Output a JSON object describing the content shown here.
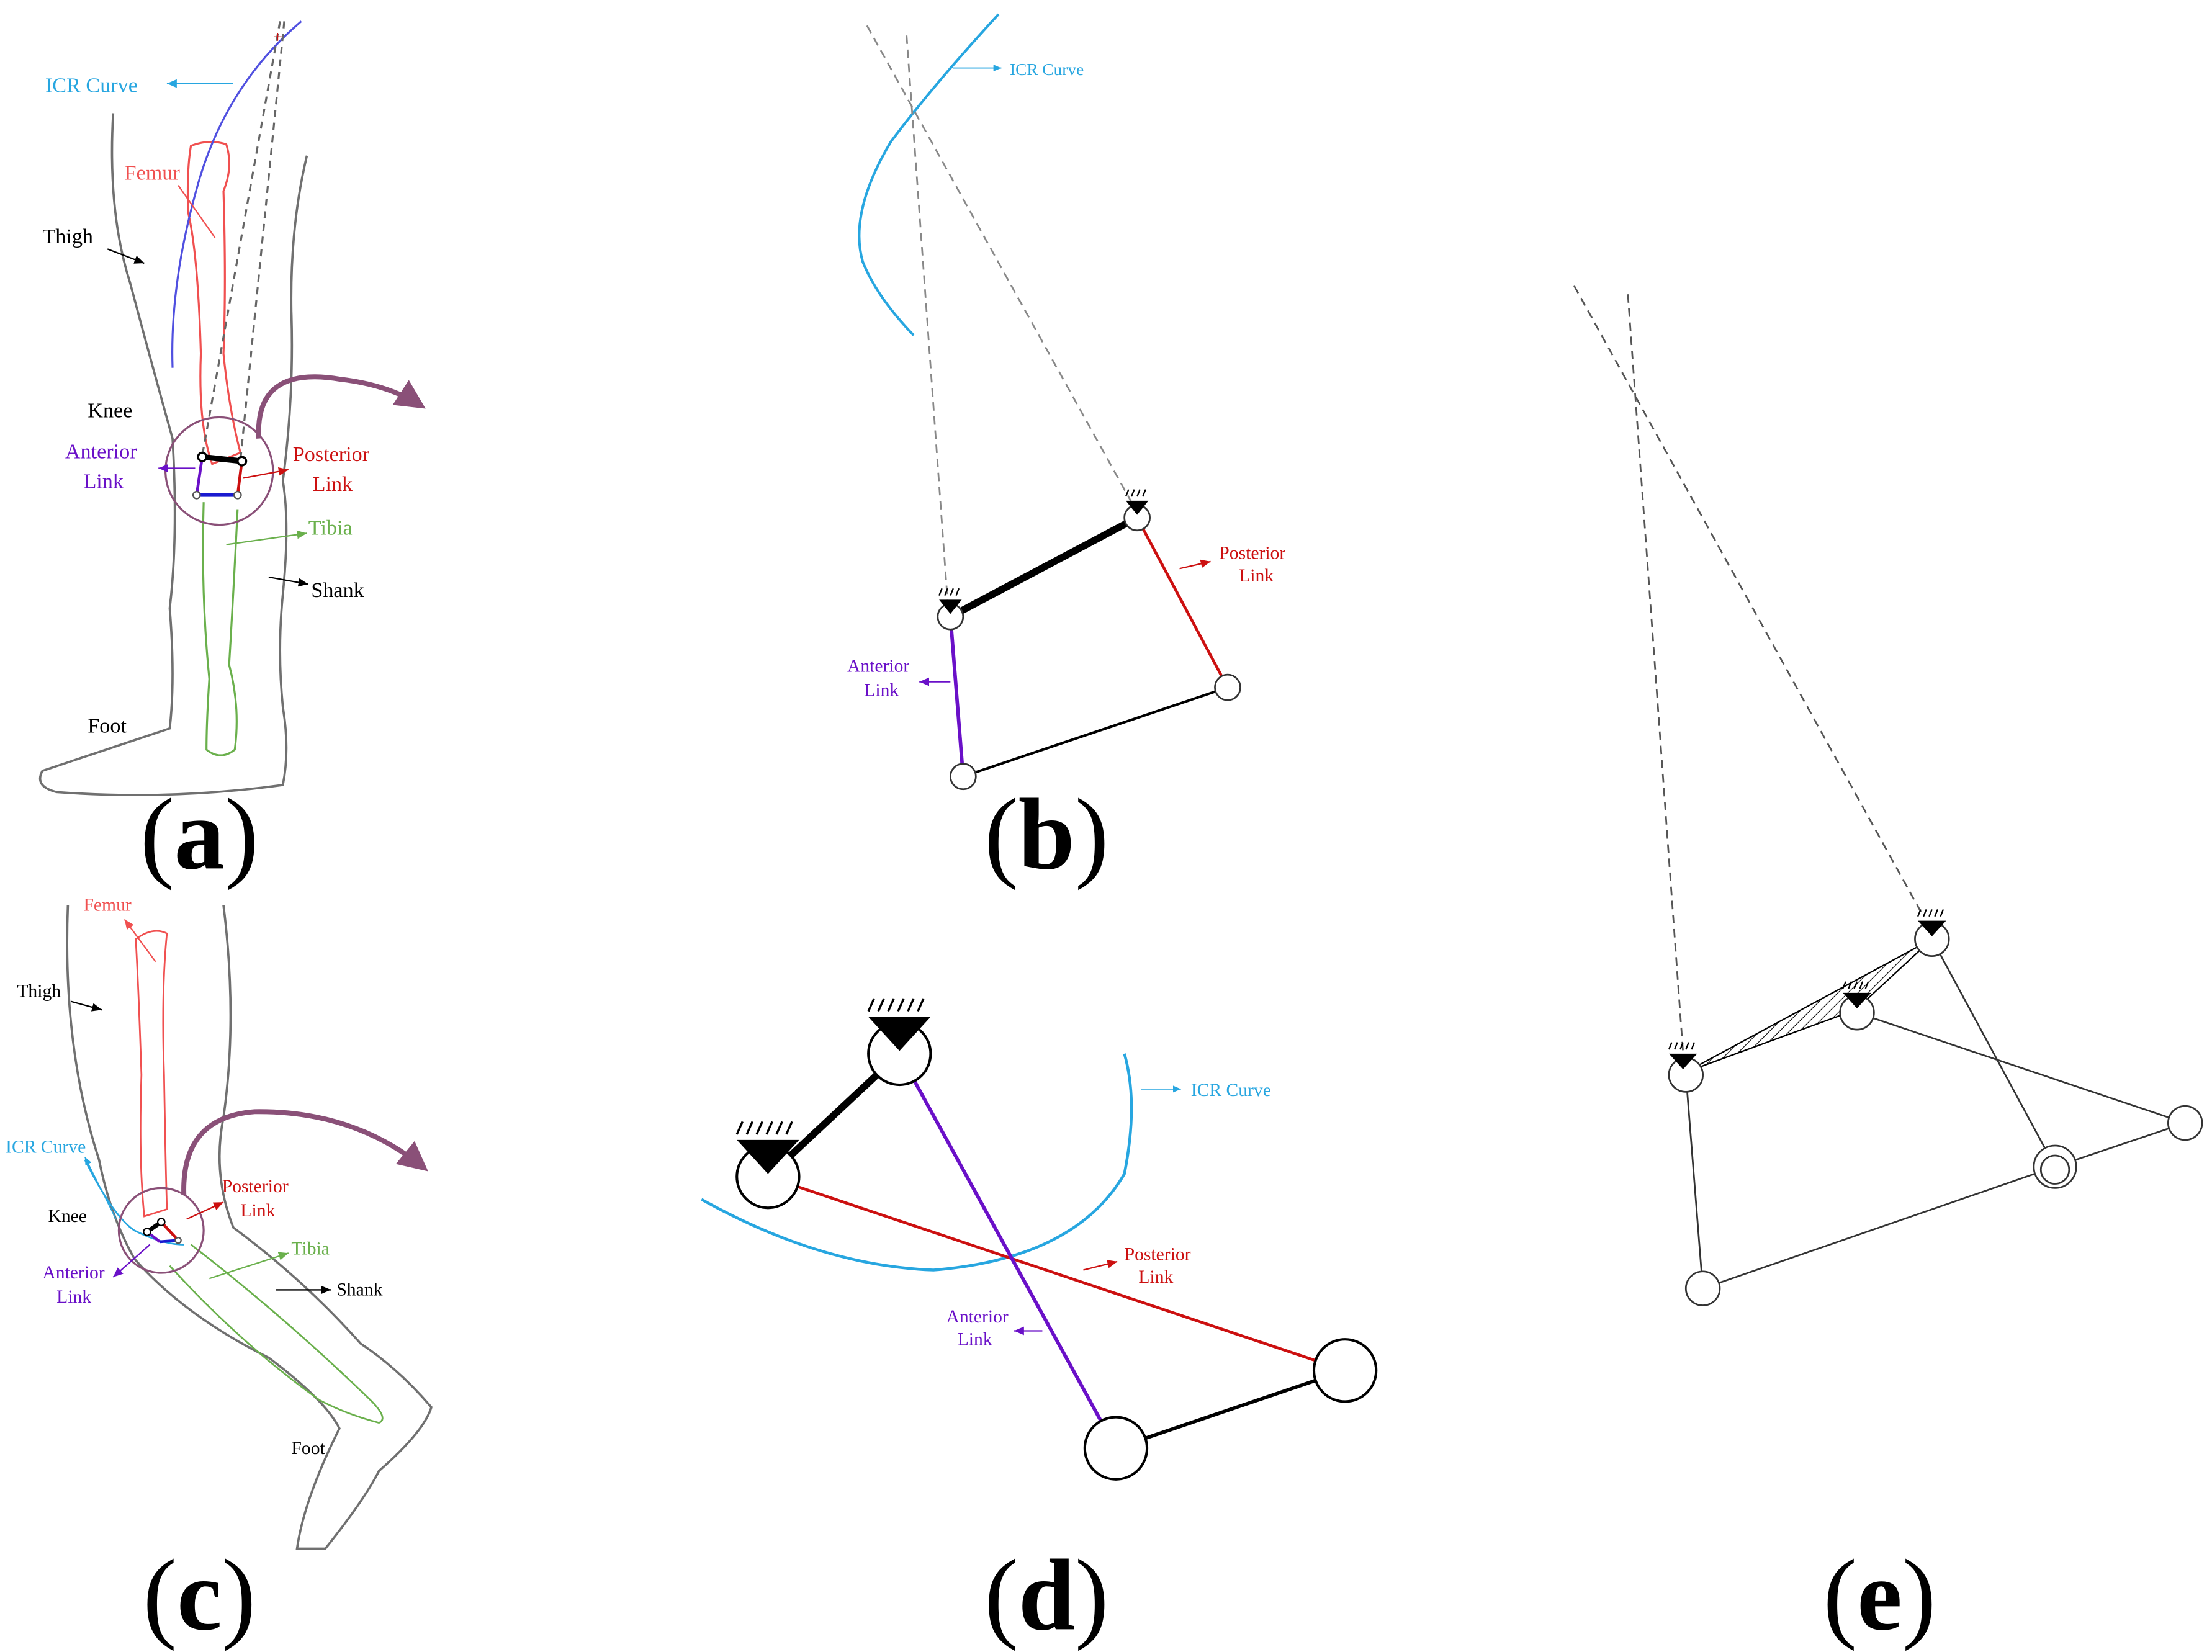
{
  "colors": {
    "femur": "#f05050",
    "tibia": "#6ab04c",
    "icr": "#27a6e0",
    "icr_a": "#5050e0",
    "anterior": "#6a10c8",
    "posterior": "#cc1010",
    "outline": "#707070",
    "link": "#000000",
    "arrow_big": "#8a5078",
    "dashed": "#888888"
  },
  "panel_a": {
    "icr_curve": "ICR Curve",
    "femur": "Femur",
    "thigh": "Thigh",
    "knee": "Knee",
    "anterior_1": "Anterior",
    "anterior_2": "Link",
    "posterior_1": "Posterior",
    "posterior_2": "Link",
    "tibia": "Tibia",
    "shank": "Shank",
    "foot": "Foot",
    "caption_open": "(",
    "caption_letter": "a",
    "caption_close": ")"
  },
  "panel_b": {
    "icr_curve": "ICR Curve",
    "posterior_1": "Posterior",
    "posterior_2": "Link",
    "anterior_1": "Anterior",
    "anterior_2": "Link",
    "caption_open": "(",
    "caption_letter": "b",
    "caption_close": ")"
  },
  "panel_c": {
    "femur": "Femur",
    "thigh": "Thigh",
    "icr_curve": "ICR Curve",
    "posterior_1": "Posterior",
    "posterior_2": "Link",
    "knee": "Knee",
    "tibia": "Tibia",
    "anterior_1": "Anterior",
    "anterior_2": "Link",
    "shank": "Shank",
    "foot": "Foot",
    "caption_open": "(",
    "caption_letter": "c",
    "caption_close": ")"
  },
  "panel_d": {
    "icr_curve": "ICR Curve",
    "posterior_1": "Posterior",
    "posterior_2": "Link",
    "anterior_1": "Anterior",
    "anterior_2": "Link",
    "caption_open": "(",
    "caption_letter": "d",
    "caption_close": ")"
  },
  "panel_e": {
    "caption_open": "(",
    "caption_letter": "e",
    "caption_close": ")"
  }
}
